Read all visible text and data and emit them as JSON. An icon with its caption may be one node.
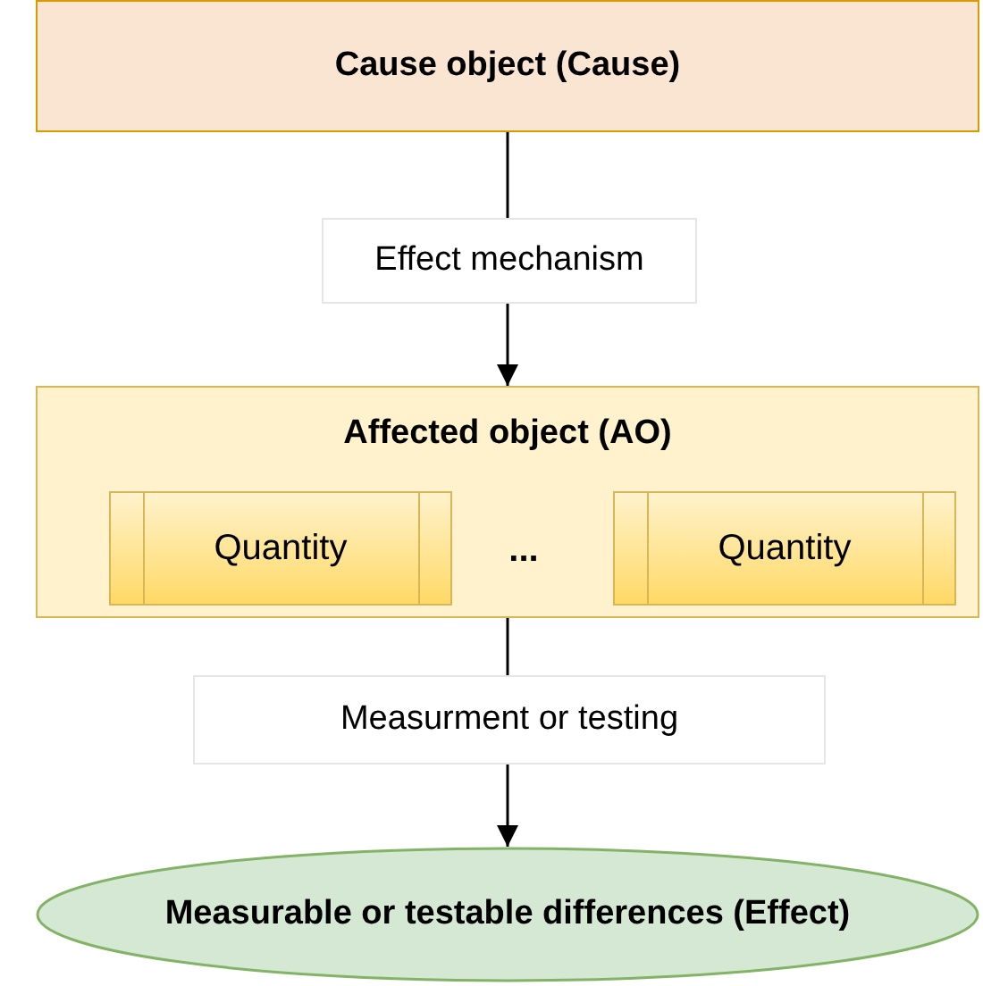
{
  "diagram": {
    "nodes": [
      {
        "text": [
          "Cause object (Cause)"
        ]
      },
      {
        "text": [
          "Affected object (AO)"
        ]
      },
      {
        "text": [
          "Quantity"
        ],
        "in": 1
      },
      {
        "text": [
          "Quantity"
        ],
        "in": 1
      },
      {
        "text": [
          "Measurable or testable differences (Effect)"
        ]
      }
    ],
    "edges": [
      {
        "from": 0,
        "to": 1,
        "arrow": "to",
        "label": "Effect mechanism"
      },
      {
        "from": 1,
        "to": 4,
        "arrow": "to",
        "label": "Measurment or testing"
      }
    ],
    "labels": [
      "..."
    ]
  }
}
